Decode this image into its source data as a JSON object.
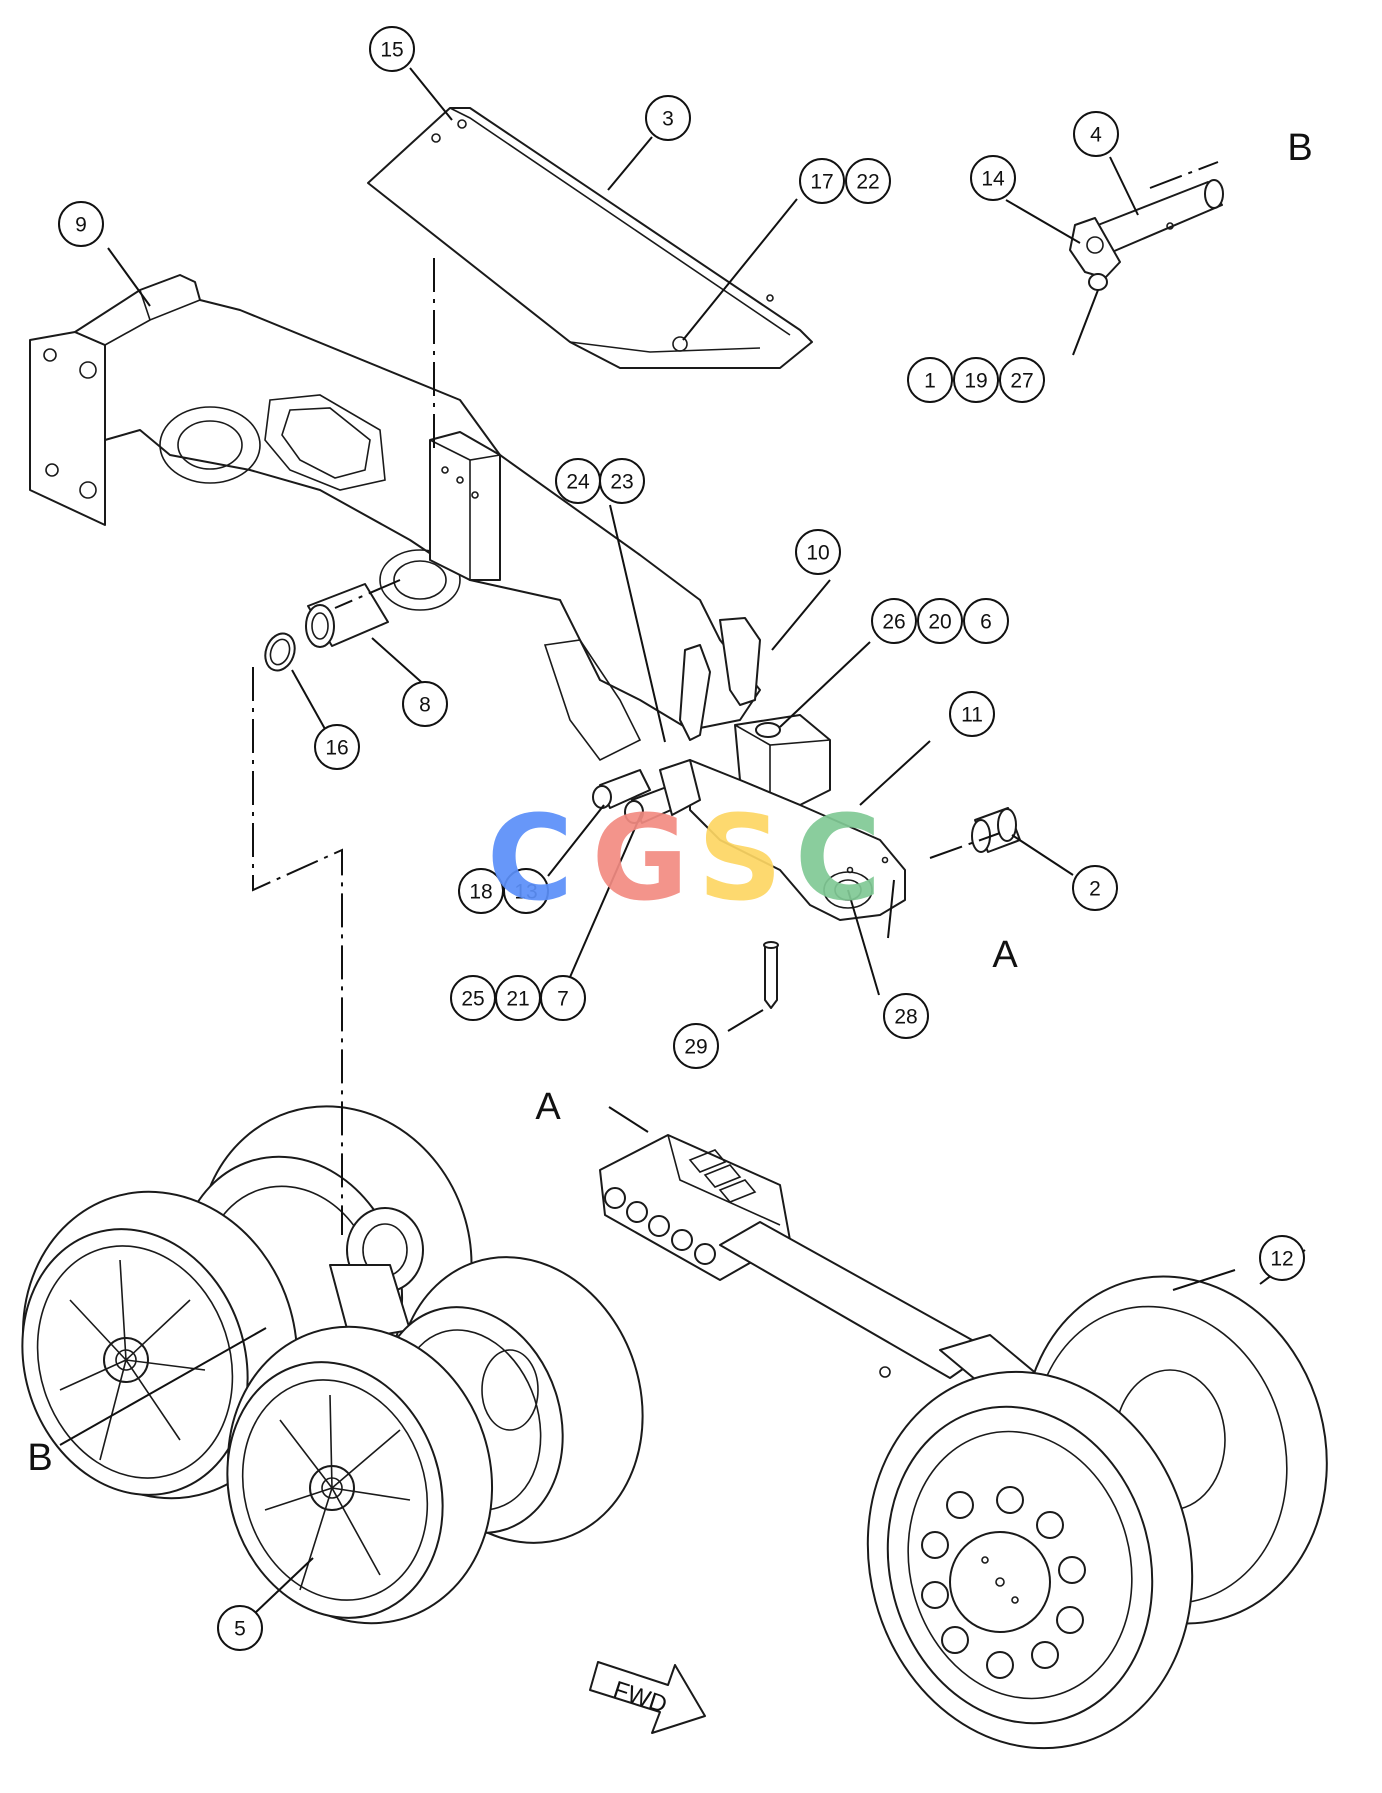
{
  "callouts": [
    {
      "label": "15"
    },
    {
      "label": "3"
    },
    {
      "label": "17"
    },
    {
      "label": "22"
    },
    {
      "label": "4"
    },
    {
      "label": "14"
    },
    {
      "label": "1"
    },
    {
      "label": "19"
    },
    {
      "label": "27"
    },
    {
      "label": "9"
    },
    {
      "label": "24"
    },
    {
      "label": "23"
    },
    {
      "label": "10"
    },
    {
      "label": "26"
    },
    {
      "label": "20"
    },
    {
      "label": "6"
    },
    {
      "label": "11"
    },
    {
      "label": "8"
    },
    {
      "label": "16"
    },
    {
      "label": "2"
    },
    {
      "label": "18"
    },
    {
      "label": "13"
    },
    {
      "label": "25"
    },
    {
      "label": "21"
    },
    {
      "label": "7"
    },
    {
      "label": "29"
    },
    {
      "label": "28"
    },
    {
      "label": "12"
    },
    {
      "label": "5"
    }
  ],
  "view_labels": {
    "b_top": "B",
    "a_mid": "A",
    "a_lower": "A",
    "b_left": "B"
  },
  "direction_label": "FWD",
  "watermark": {
    "letters": [
      "C",
      "G",
      "S",
      "C"
    ],
    "colors": [
      "#5b8ff9",
      "#f28b82",
      "#fdd663",
      "#81c995"
    ]
  }
}
